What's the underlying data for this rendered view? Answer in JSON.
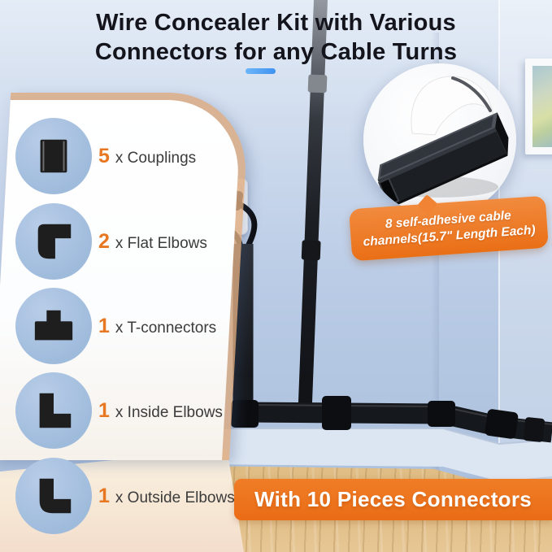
{
  "title": {
    "line1": "Wire Concealer Kit with Various",
    "line2": "Connectors for any Cable Turns"
  },
  "kit": {
    "items": [
      {
        "count": "5",
        "label": "x Couplings",
        "icon": "coupling-icon"
      },
      {
        "count": "2",
        "label": "x Flat Elbows",
        "icon": "flat-elbow-icon"
      },
      {
        "count": "1",
        "label": "x T-connectors",
        "icon": "t-connector-icon"
      },
      {
        "count": "1",
        "label": "x Inside Elbows",
        "icon": "inside-elbow-icon"
      },
      {
        "count": "1",
        "label": "x Outside Elbows",
        "icon": "outside-elbow-icon"
      }
    ]
  },
  "callout": {
    "line1": "8 self-adhesive cable",
    "line2": "channels(15.7\" Length Each)"
  },
  "banner": {
    "text": "With 10 Pieces Connectors"
  },
  "colors": {
    "accent_orange": "#ED7220",
    "accent_blue": "#57A7F5",
    "title_text": "#14141C",
    "item_text": "#3B3B3B",
    "badge_blue": "#A7C0DE",
    "raceway_black": "#15181C"
  }
}
